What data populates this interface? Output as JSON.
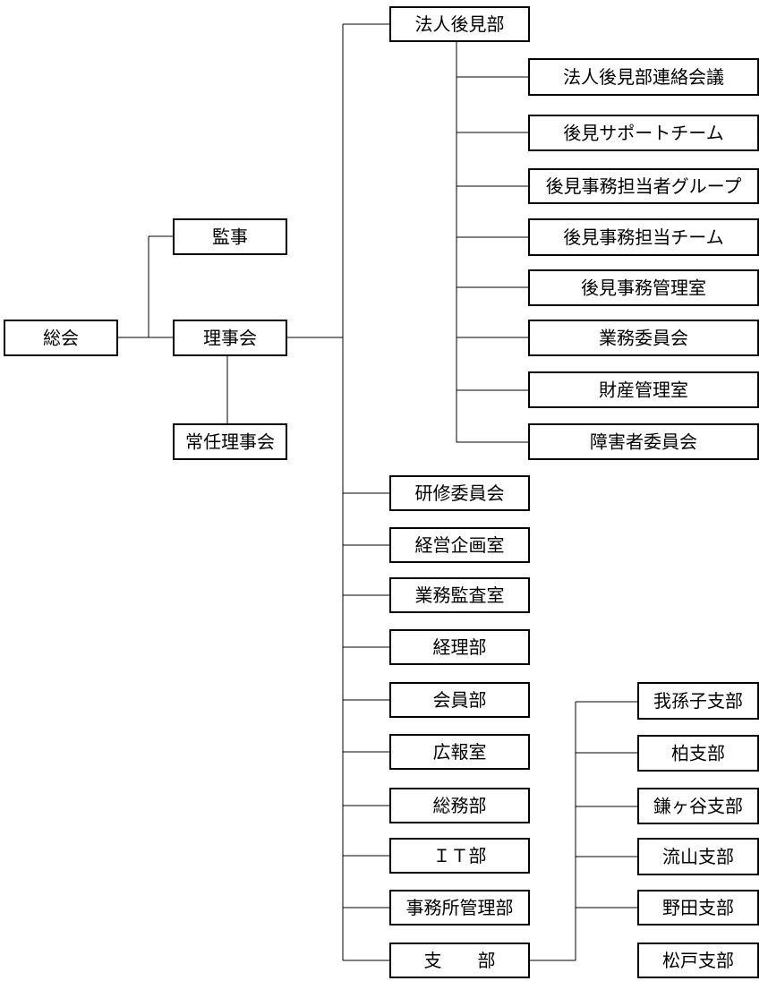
{
  "nodes": {
    "general_assembly": "総会",
    "auditor": "監事",
    "board": "理事会",
    "standing_board": "常任理事会",
    "guardianship_dept": "法人後見部",
    "guardianship_liaison": "法人後見部連絡会議",
    "support_team": "後見サポートチーム",
    "admin_group": "後見事務担当者グループ",
    "admin_team": "後見事務担当チーム",
    "admin_office": "後見事務管理室",
    "operations_committee": "業務委員会",
    "asset_office": "財産管理室",
    "disability_committee": "障害者委員会",
    "training_committee": "研修委員会",
    "planning_office": "経営企画室",
    "audit_office": "業務監査室",
    "accounting_dept": "経理部",
    "membership_dept": "会員部",
    "pr_office": "広報室",
    "general_affairs_dept": "総務部",
    "it_dept": "ＩＴ部",
    "office_mgmt_dept": "事務所管理部",
    "branches": "支　　部",
    "abiko_branch": "我孫子支部",
    "kashiwa_branch": "柏支部",
    "kamagaya_branch": "鎌ヶ谷支部",
    "nagareyama_branch": "流山支部",
    "noda_branch": "野田支部",
    "matsudo_branch": "松戸支部"
  }
}
